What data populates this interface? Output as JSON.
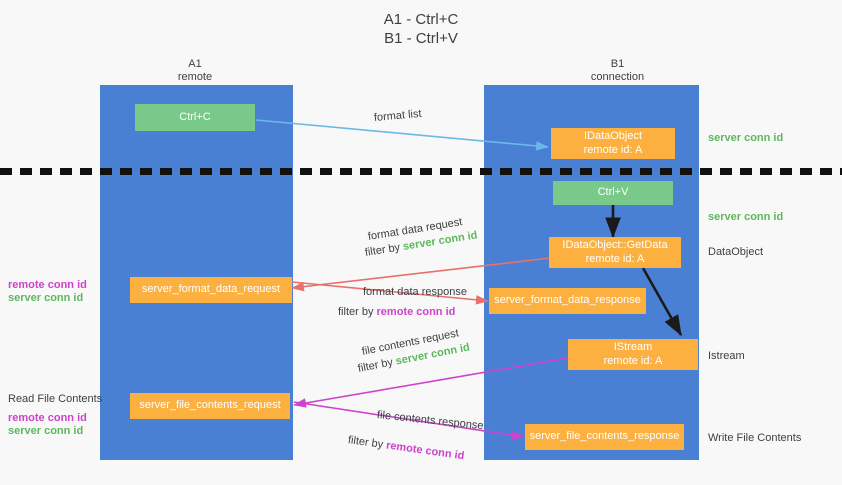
{
  "title": {
    "line1": "A1 - Ctrl+C",
    "line2": "B1 - Ctrl+V"
  },
  "columns": [
    {
      "name": "A1",
      "sub": "remote"
    },
    {
      "name": "B1",
      "sub": "connection"
    }
  ],
  "colors": {
    "lane": "#4a80d4",
    "green_box": "#78c98a",
    "orange_box": "#fbb040",
    "server_conn_id": "#5db85c",
    "remote_conn_id": "#cc44cc",
    "arrow_blue": "#6bb8e8",
    "arrow_red": "#e8706a",
    "arrow_magenta": "#cc44cc",
    "arrow_dark": "#1a1a1a",
    "background": "#f8f8f8"
  },
  "boxes": {
    "ctrl_c": {
      "line1": "Ctrl+C",
      "line2": ""
    },
    "ctrl_v": {
      "line1": "Ctrl+V",
      "line2": ""
    },
    "idataobject_top": {
      "line1": "IDataObject",
      "line2": "remote id: A"
    },
    "idataobject_getdata": {
      "line1": "IDataObject::GetData",
      "line2": "remote id: A"
    },
    "istream": {
      "line1": "IStream",
      "line2": "remote id: A"
    },
    "server_format_data_request": {
      "line1": "server_format_data_request",
      "line2": ""
    },
    "server_format_data_response": {
      "line1": "server_format_data_response",
      "line2": ""
    },
    "server_file_contents_request": {
      "line1": "server_file_contents_request",
      "line2": ""
    },
    "server_file_contents_response": {
      "line1": "server_file_contents_response",
      "line2": ""
    }
  },
  "annotations": {
    "format_list": "format list",
    "format_data_request": "format data request",
    "format_data_request_filter_prefix": "filter by ",
    "format_data_request_filter_key": "server conn id",
    "format_data_response": "format data response",
    "format_data_response_filter_prefix": "filter by ",
    "format_data_response_filter_key": "remote conn id",
    "file_contents_request": "file contents request",
    "file_contents_request_filter_prefix": "filter by ",
    "file_contents_request_filter_key": "server conn id",
    "file_contents_response": "file contents response",
    "file_contents_response_filter_prefix": "filter by ",
    "file_contents_response_filter_key": "remote conn id"
  },
  "side_labels": {
    "left_format_remote": "remote conn id",
    "left_format_server": "server conn id",
    "read_file_contents": "Read File Contents",
    "left_file_remote": "remote conn id",
    "left_file_server": "server conn id",
    "right_server_conn_top": "server conn id",
    "right_server_conn_second": "server conn id",
    "right_dataobject": "DataObject",
    "right_istream": "Istream",
    "right_write_file_contents": "Write File Contents"
  }
}
